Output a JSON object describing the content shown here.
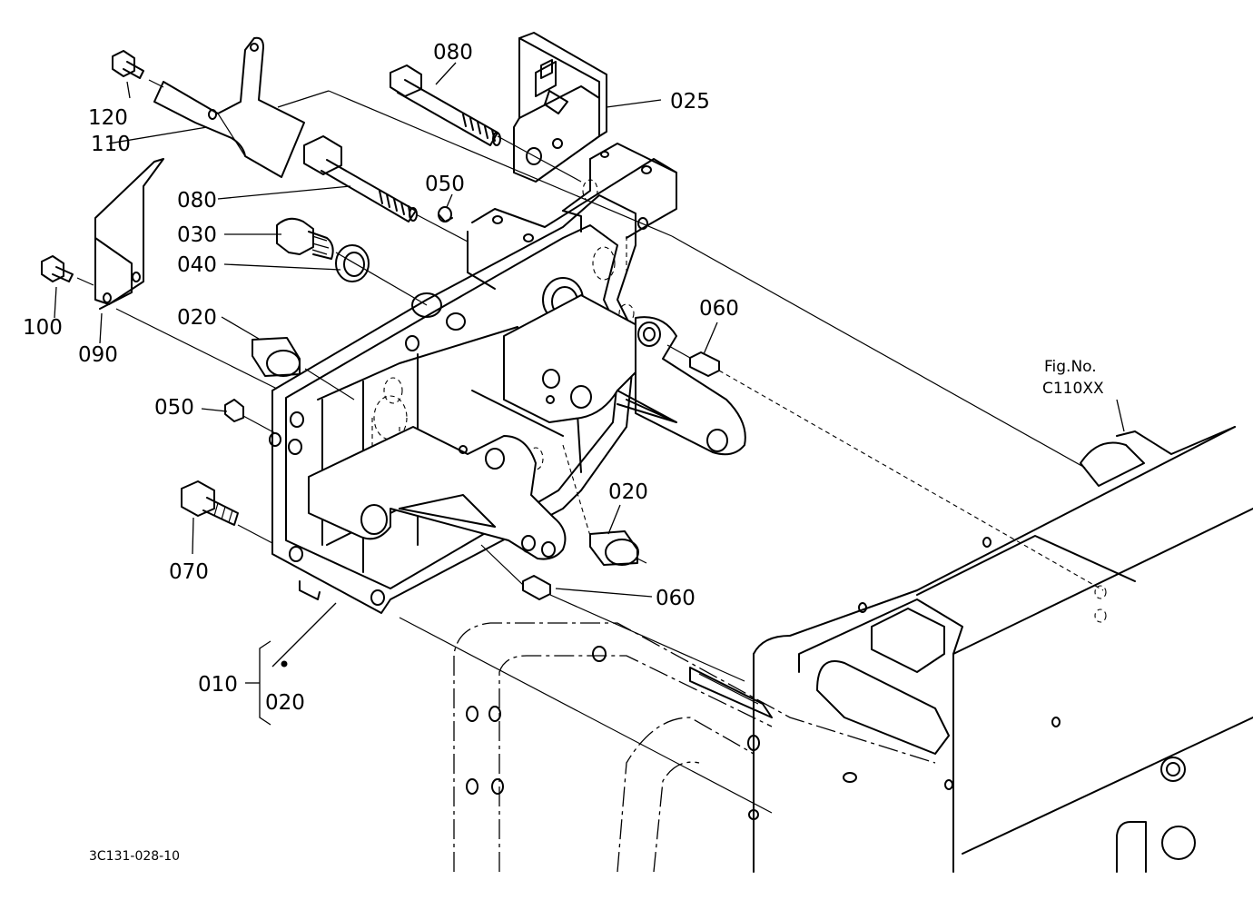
{
  "callouts": {
    "p120": "120",
    "p110": "110",
    "p080_top": "080",
    "p025": "025",
    "p080_mid": "080",
    "p050_top": "050",
    "p030": "030",
    "p040": "040",
    "p100": "100",
    "p090": "090",
    "p020_left": "020",
    "p060_right": "060",
    "p050_left": "050",
    "p020_right": "020",
    "p070": "070",
    "p060_bottom": "060",
    "p010": "010",
    "p020_group": "020"
  },
  "figure_ref": {
    "line1": "Fig.No.",
    "line2": "C110XX"
  },
  "drawing_code": "3C131-028-10"
}
